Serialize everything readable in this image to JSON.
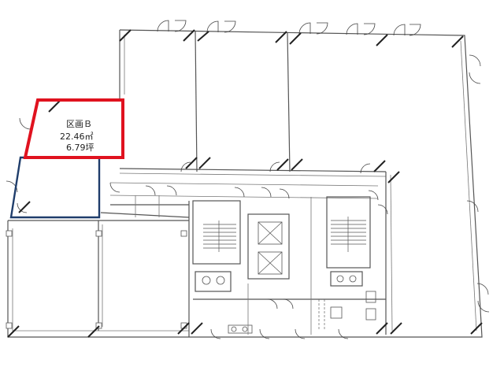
{
  "unit_label": {
    "name": "区画Ｂ",
    "area_m2": "22.46㎡",
    "area_tsubo": "6.79坪"
  },
  "colors": {
    "highlight": "#e0121f",
    "adjacent_zone": "#1f3d6b",
    "walls": "#555555"
  },
  "icons": [
    "door-swing-icon",
    "column-icon",
    "stair-icon",
    "elevator-icon",
    "toilet-icon"
  ]
}
